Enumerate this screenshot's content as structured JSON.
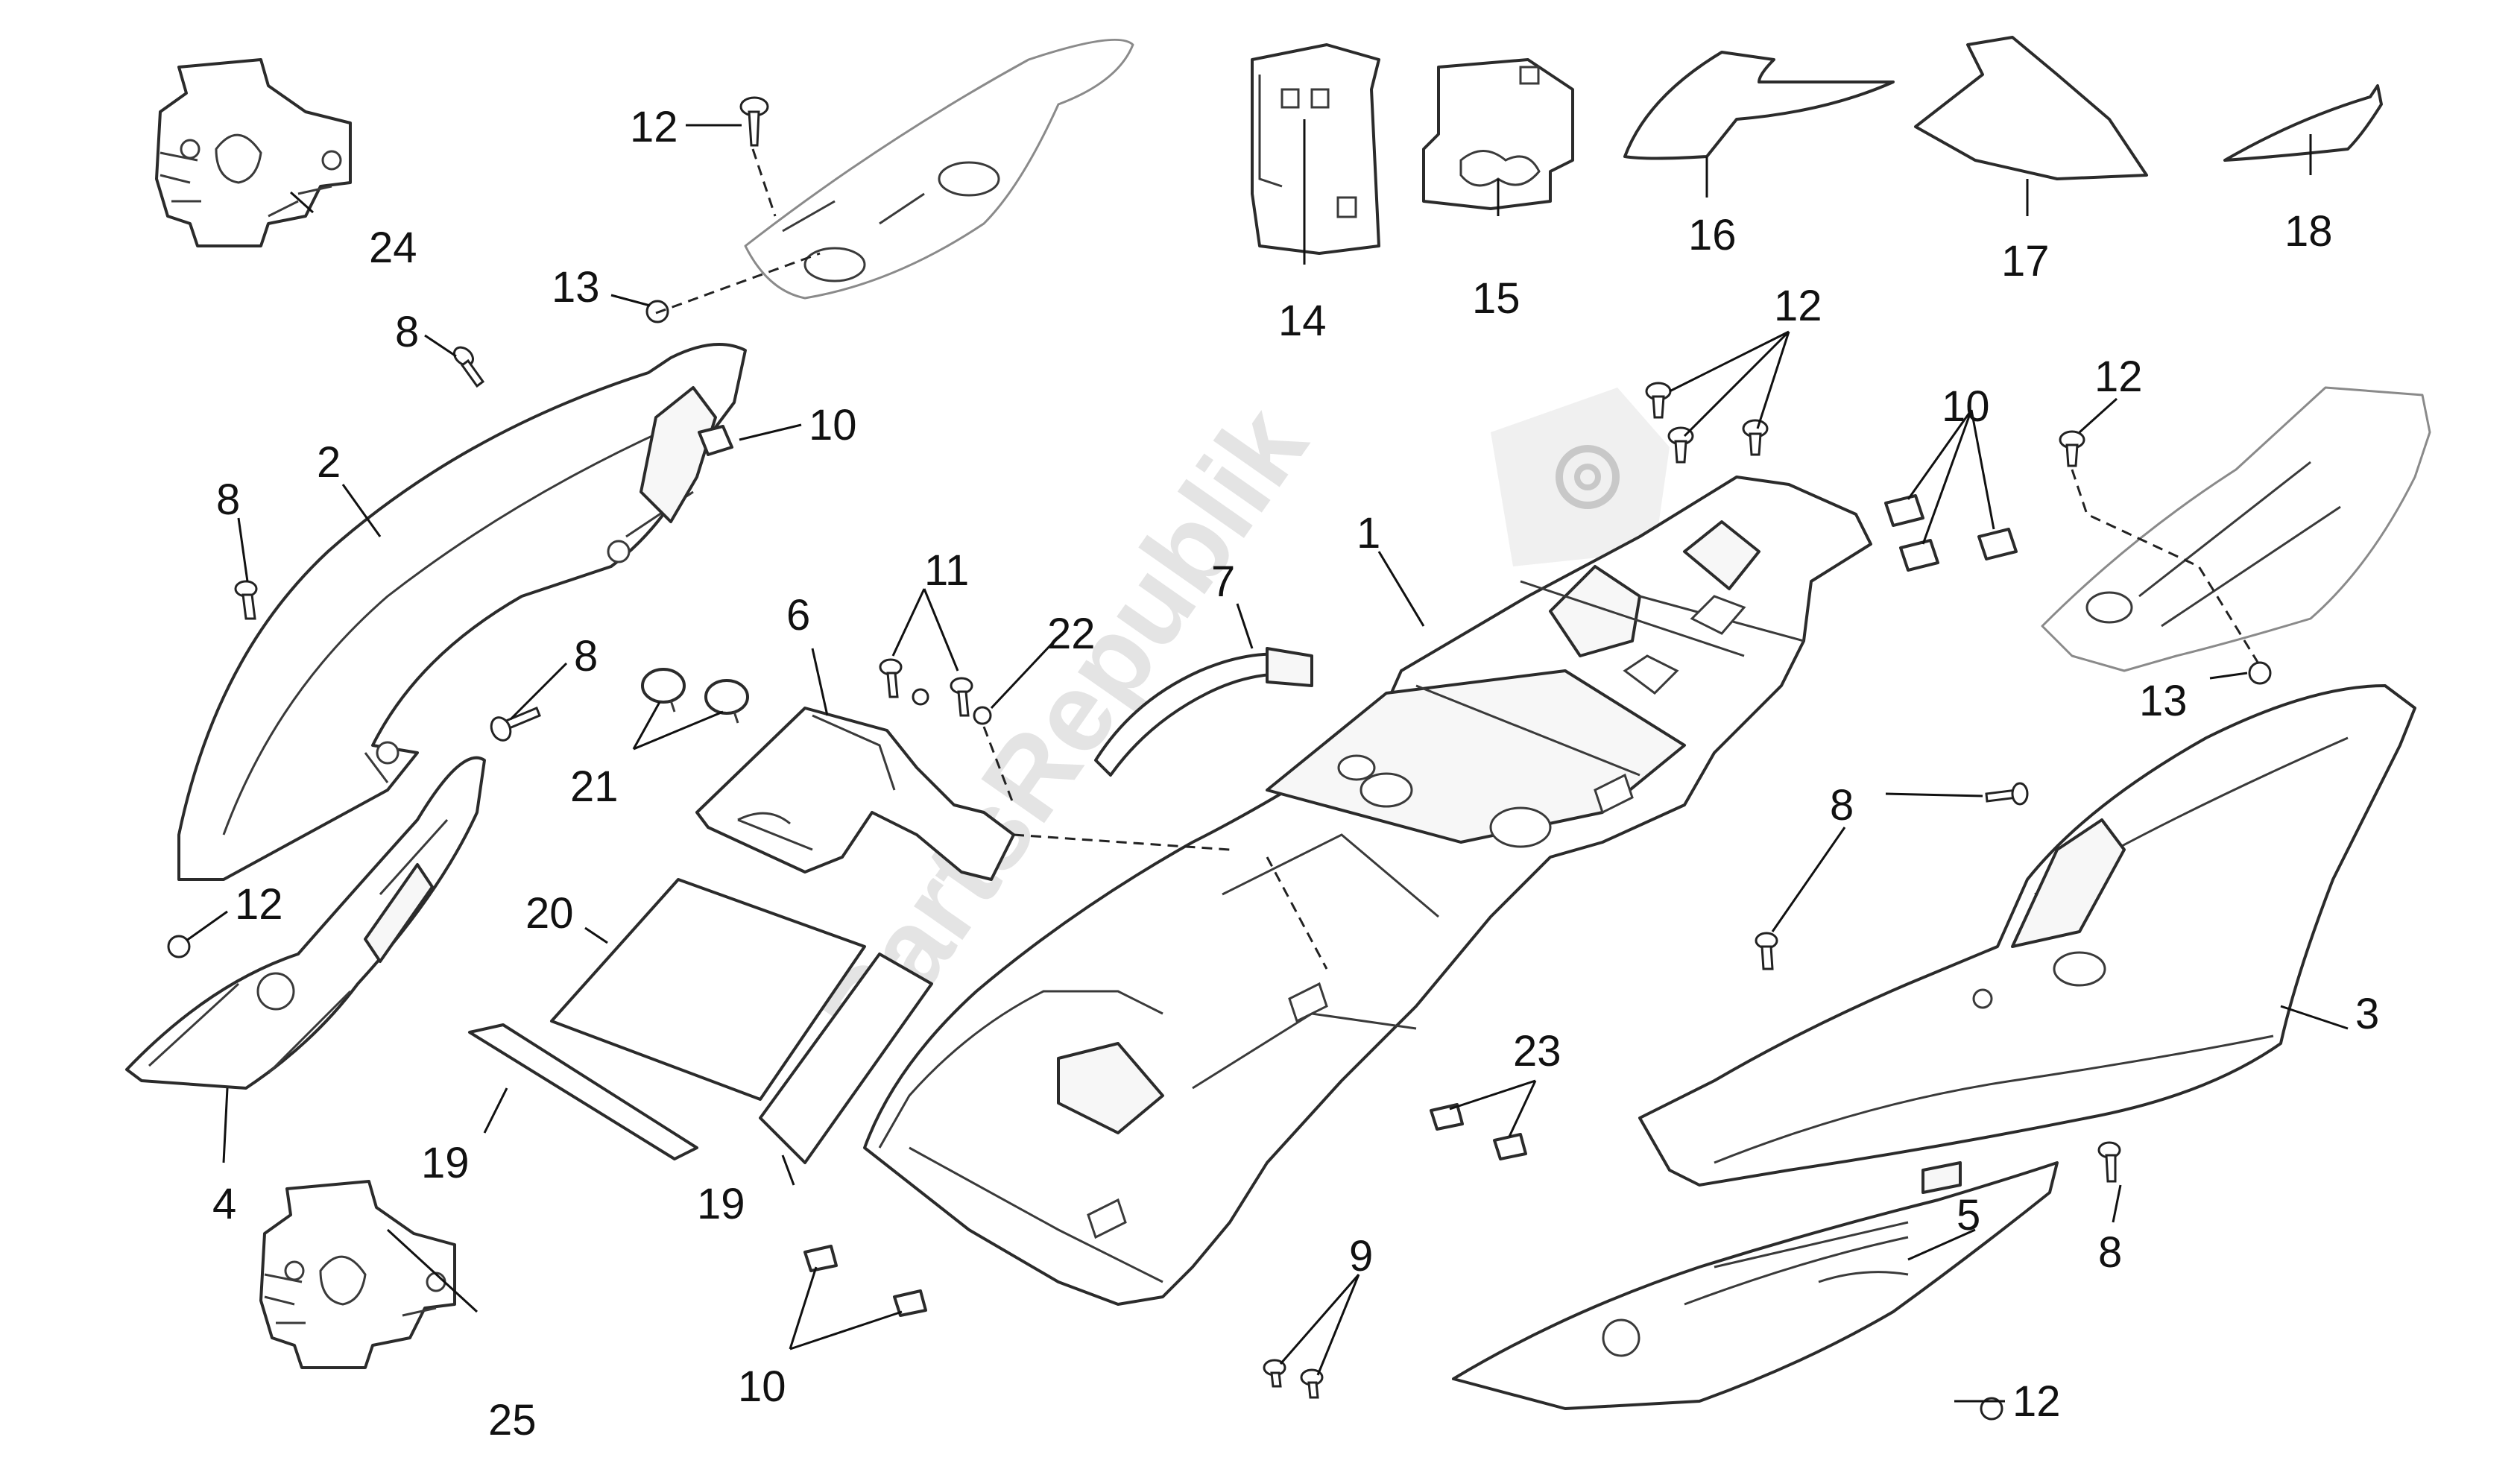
{
  "watermark": {
    "text": "PartsRepublik"
  },
  "callouts": {
    "c1": "1",
    "c2": "2",
    "c3": "3",
    "c4": "4",
    "c5": "5",
    "c6": "6",
    "c7": "7",
    "c8a": "8",
    "c8b": "8",
    "c8c": "8",
    "c8d": "8",
    "c8e": "8",
    "c9": "9",
    "c10a": "10",
    "c10b": "10",
    "c10c": "10",
    "c11": "11",
    "c12a": "12",
    "c12b": "12",
    "c12c": "12",
    "c12d": "12",
    "c12e": "12",
    "c13a": "13",
    "c13b": "13",
    "c14": "14",
    "c15": "15",
    "c16": "16",
    "c17": "17",
    "c18": "18",
    "c19a": "19",
    "c19b": "19",
    "c20": "20",
    "c21": "21",
    "c22": "22",
    "c23": "23",
    "c24": "24",
    "c25": "25"
  }
}
